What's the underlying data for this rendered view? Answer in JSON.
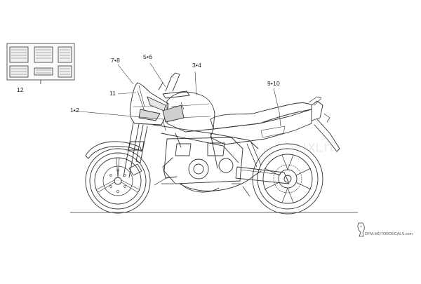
{
  "callouts": {
    "c12": "12",
    "c78": "7•8",
    "c56": "5•6",
    "c34": "3•4",
    "c11": "11",
    "c910": "9•10",
    "c12b": "1•2"
  },
  "watermark": "DFM-MOTORDECALS.com",
  "colors": {
    "line": "#333333",
    "label_fill": "#f4f4f4"
  },
  "icons": {
    "brand": "dfm-logo-icon"
  }
}
